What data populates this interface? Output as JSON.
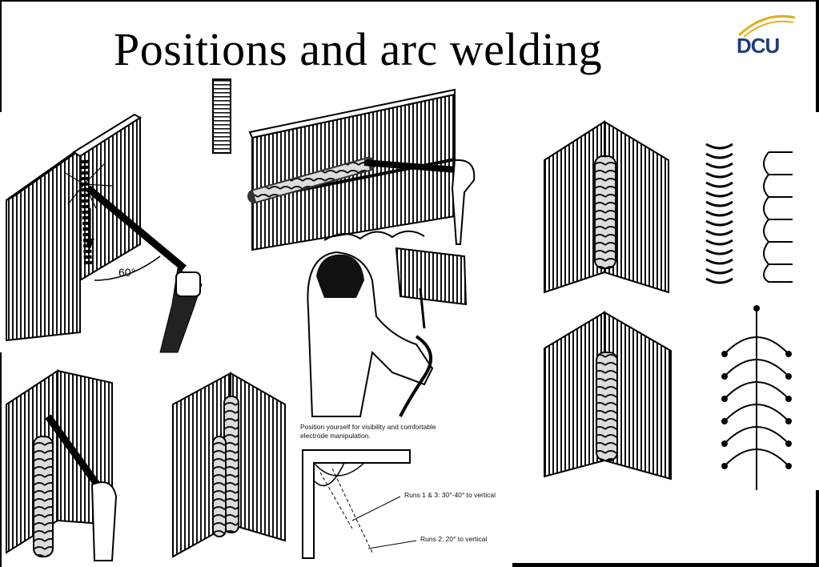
{
  "slide": {
    "title": "Positions and arc welding",
    "logo_text": "DCU"
  },
  "figures": {
    "vertical_weld_angle": "60°",
    "position_caption": "Position yourself for visibility and comfortable electrode manipulation.",
    "runs_1_3": "Runs 1 & 3: 30°-40° to vertical",
    "runs_2": "Runs 2: 20° to vertical"
  },
  "colors": {
    "logo_blue": "#1d3f7a",
    "logo_gold": "#e0b020"
  }
}
